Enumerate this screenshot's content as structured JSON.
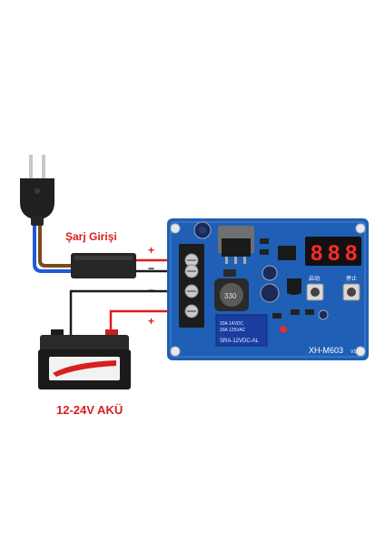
{
  "labels": {
    "charge_input": "Şarj Girişi",
    "battery": "12-24V AKÜ",
    "plus_top": "+",
    "minus_top": "−",
    "minus_bottom": "−",
    "plus_bottom": "+"
  },
  "board": {
    "model": "XH-M603",
    "version": "V1",
    "display_digits": [
      "8",
      "8",
      "8"
    ],
    "button_start_label": "启动",
    "button_stop_label": "停止",
    "relay_text_line1": "SRA-12VDC-AL",
    "relay_text_line2": "20A 14VDC",
    "relay_text_line3": "20A 125VAC",
    "inductor_text": "330"
  },
  "colors": {
    "pcb": "#1f5fb5",
    "wire_red": "#e01b1b",
    "wire_black": "#1b1b1b",
    "wire_blue": "#1e5bd6",
    "wire_brown": "#7a4a1e",
    "display_red": "#ff2a2a",
    "label_red": "#d81e1e"
  }
}
